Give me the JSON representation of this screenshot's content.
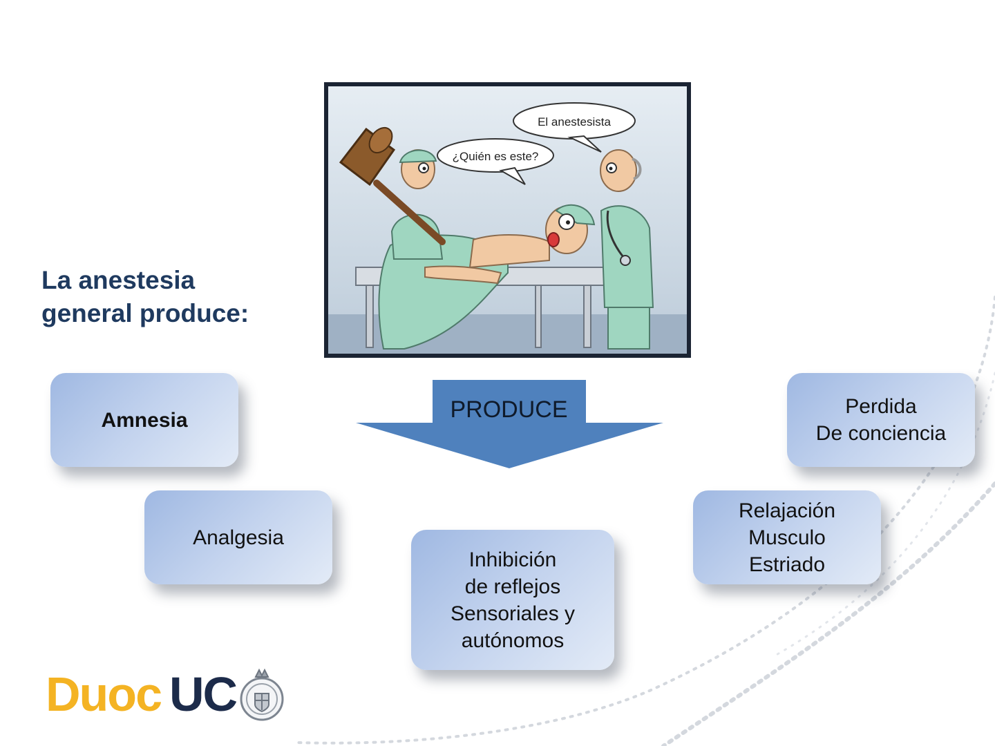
{
  "slide": {
    "title_lines": [
      "La anestesia",
      "general produce:"
    ],
    "center_arrow_label": "PRODUCE"
  },
  "cartoon": {
    "bubble_top": "El anestesista",
    "bubble_left": "¿Quién es este?"
  },
  "effects": {
    "amnesia": {
      "lines": [
        "Amnesia"
      ]
    },
    "analgesia": {
      "lines": [
        "Analgesia"
      ]
    },
    "inhibicion": {
      "lines": [
        "Inhibición",
        "de reflejos",
        "Sensoriales y",
        "autónomos"
      ]
    },
    "relajacion": {
      "lines": [
        "Relajación",
        "Musculo",
        "Estriado"
      ]
    },
    "perdida": {
      "lines": [
        "Perdida",
        "De conciencia"
      ]
    }
  },
  "logo": {
    "part1": "Duoc",
    "part2": "UC"
  },
  "colors": {
    "title": "#1f3a5f",
    "arrow": "#4f81bd",
    "box_gradient_start": "#9fb8e2",
    "box_gradient_end": "#e3ebf7",
    "logo_yellow": "#f4b323",
    "logo_navy": "#1c2b4a"
  }
}
